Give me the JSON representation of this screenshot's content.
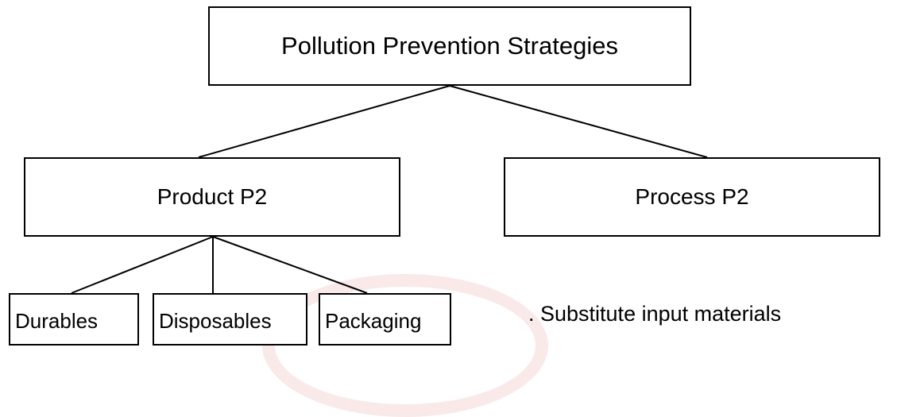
{
  "diagram": {
    "root": {
      "label": "Pollution Prevention Strategies"
    },
    "branches": [
      {
        "label": "Product P2"
      },
      {
        "label": "Process P2"
      }
    ],
    "product_children": [
      {
        "label": "Durables"
      },
      {
        "label": "Disposables"
      },
      {
        "label": "Packaging"
      }
    ],
    "process_note": ". Substitute input materials"
  },
  "colors": {
    "line": "#000000",
    "box_border": "#000000",
    "background": "#ffffff",
    "watermark": "#d64646"
  }
}
